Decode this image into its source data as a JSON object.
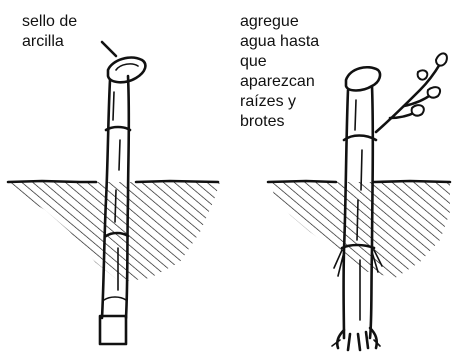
{
  "left_label": [
    "sello de",
    "arcilla"
  ],
  "right_label": [
    "agregue",
    "agua hasta",
    "que",
    "aparezcan",
    "raízes y",
    "brotes"
  ],
  "colors": {
    "ink": "#111111",
    "background": "#ffffff"
  }
}
